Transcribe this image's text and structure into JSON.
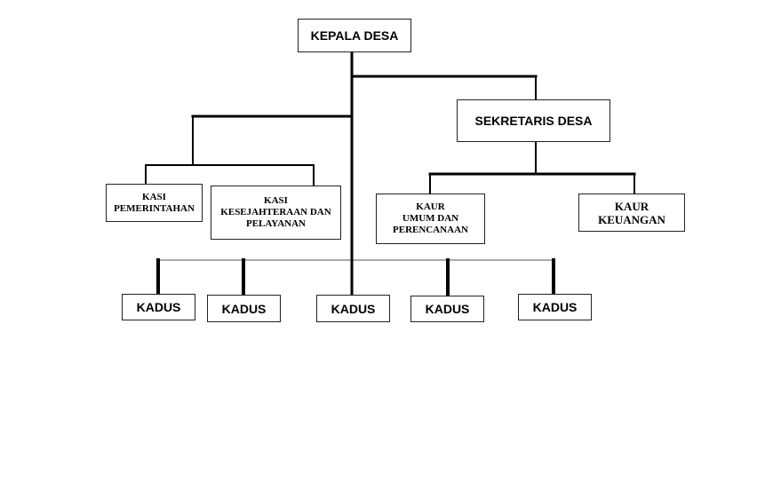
{
  "org_chart": {
    "kepala_desa": "KEPALA DESA",
    "sekretaris_desa": "SEKRETARIS DESA",
    "kasi_pemerintahan": "KASI\nPEMERINTAHAN",
    "kasi_kesejahteraan": "KASI\nKESEJAHTERAAN DAN\nPELAYANAN",
    "kaur_umum": "KAUR\nUMUM DAN\nPERENCANAAN",
    "kaur_keuangan": "KAUR\nKEUANGAN",
    "kadus": [
      "KADUS",
      "KADUS",
      "KADUS",
      "KADUS",
      "KADUS"
    ]
  },
  "colors": {
    "line": "#000000",
    "border": "#222222",
    "background": "#ffffff"
  }
}
